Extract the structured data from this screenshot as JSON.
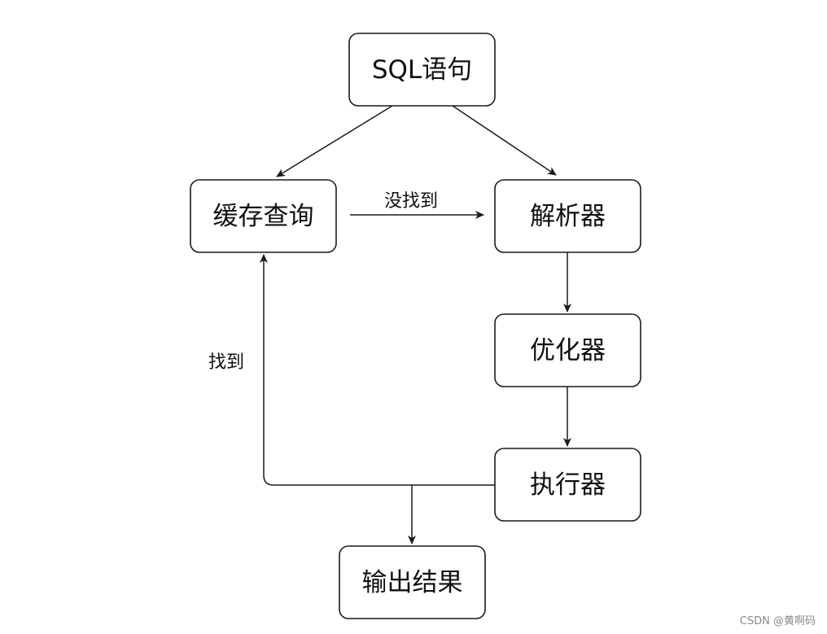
{
  "diagram": {
    "nodes": {
      "sql": "SQL语句",
      "cache": "缓存查询",
      "parser": "解析器",
      "optimizer": "优化器",
      "executor": "执行器",
      "output": "输出结果"
    },
    "edges": {
      "not_found": "没找到",
      "found": "找到"
    }
  },
  "watermark": "CSDN @黄啊码"
}
